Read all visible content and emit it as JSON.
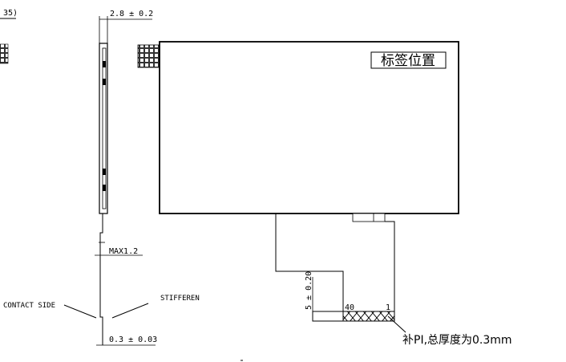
{
  "labels": {
    "corner_fragment": "35)",
    "thickness_dim": "2.8 ± 0.2",
    "max_dim": "MAX1.2",
    "contact_side": "CONTACT SIDE",
    "stiffener": "STIFFEREN",
    "bottom_dim": "0.3 ± 0.03",
    "label_box": "标签位置",
    "fpc_dim_vertical": "5 ± 0.20",
    "fpc_dim_40": "40",
    "fpc_dim_1": "1",
    "note": "补PI,总厚度为0.3mm"
  }
}
